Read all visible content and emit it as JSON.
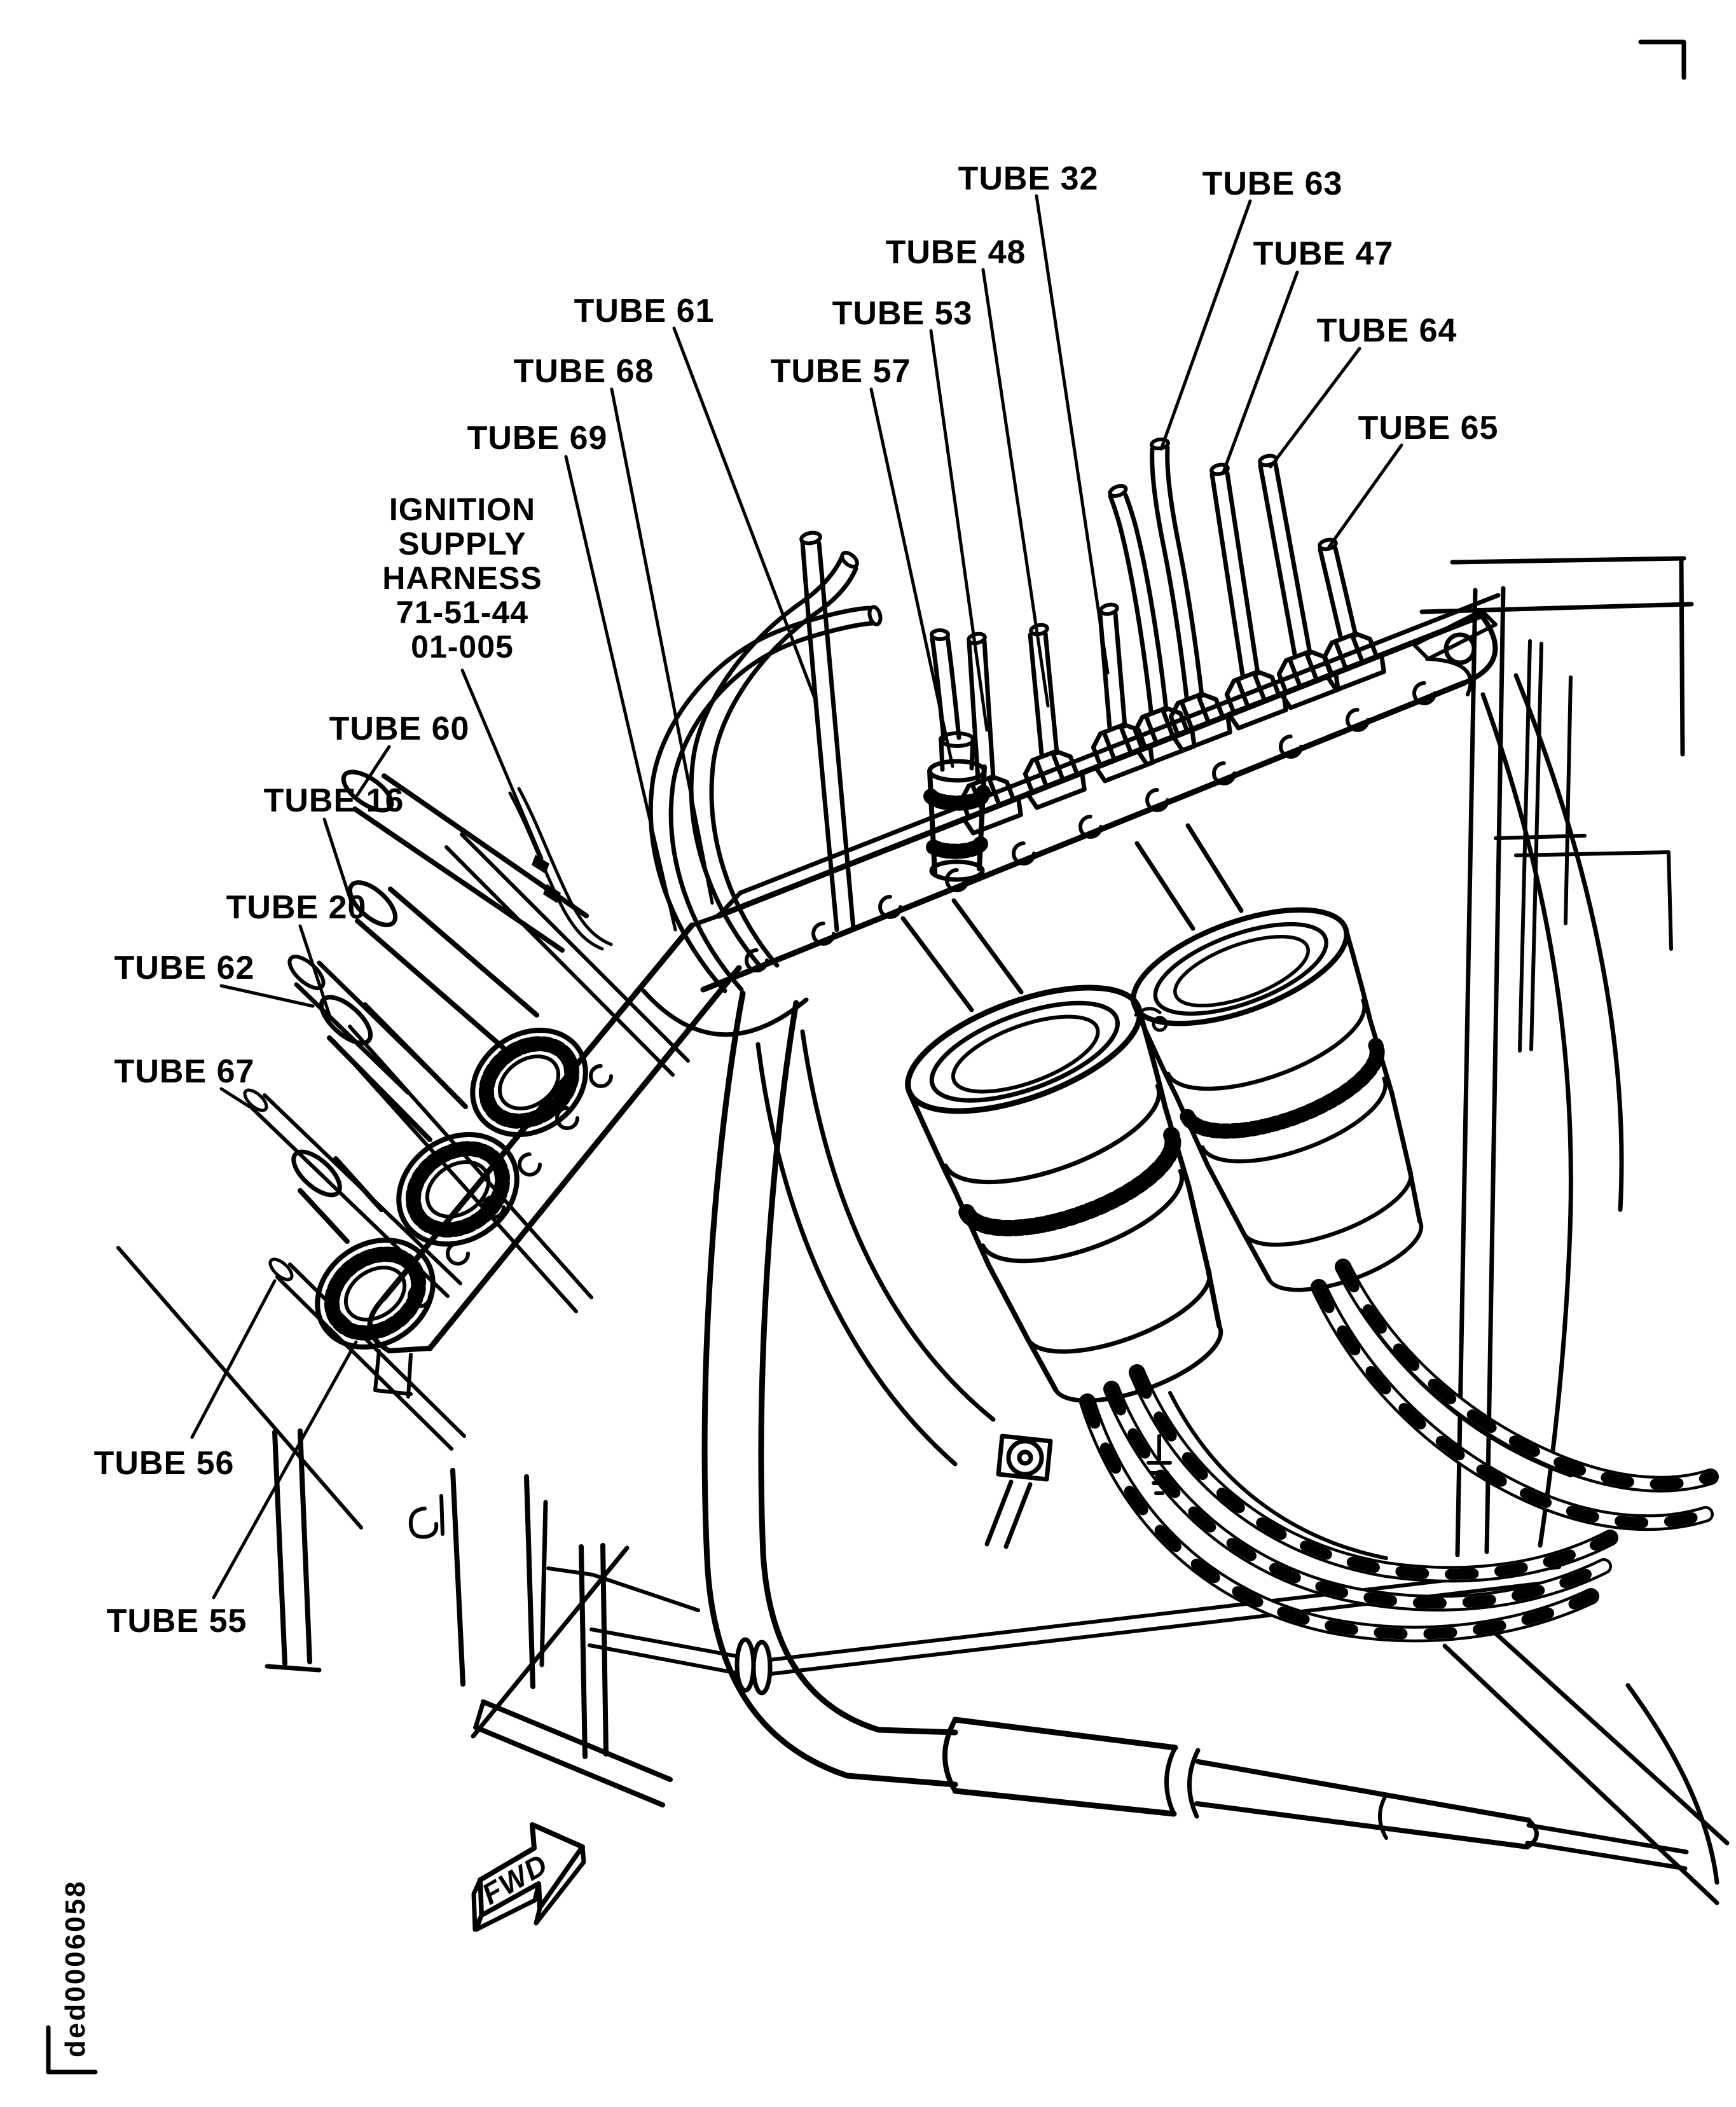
{
  "colors": {
    "ink": "#000000",
    "paper": "#ffffff"
  },
  "figure": {
    "drawing_id": "ded0006058",
    "fwd_arrow": {
      "label": "FWD"
    },
    "note": {
      "lines": [
        "IGNITION",
        "SUPPLY",
        "HARNESS",
        "71-51-44",
        "01-005"
      ]
    },
    "labels": {
      "tube32": "TUBE 32",
      "tube63": "TUBE 63",
      "tube48": "TUBE 48",
      "tube47": "TUBE 47",
      "tube61": "TUBE 61",
      "tube53": "TUBE 53",
      "tube64": "TUBE 64",
      "tube68": "TUBE 68",
      "tube57": "TUBE 57",
      "tube65": "TUBE 65",
      "tube69": "TUBE 69",
      "tube60": "TUBE 60",
      "tube16": "TUBE 16",
      "tube20": "TUBE 20",
      "tube62": "TUBE 62",
      "tube67": "TUBE 67",
      "tube56": "TUBE 56",
      "tube55": "TUBE 55"
    }
  }
}
